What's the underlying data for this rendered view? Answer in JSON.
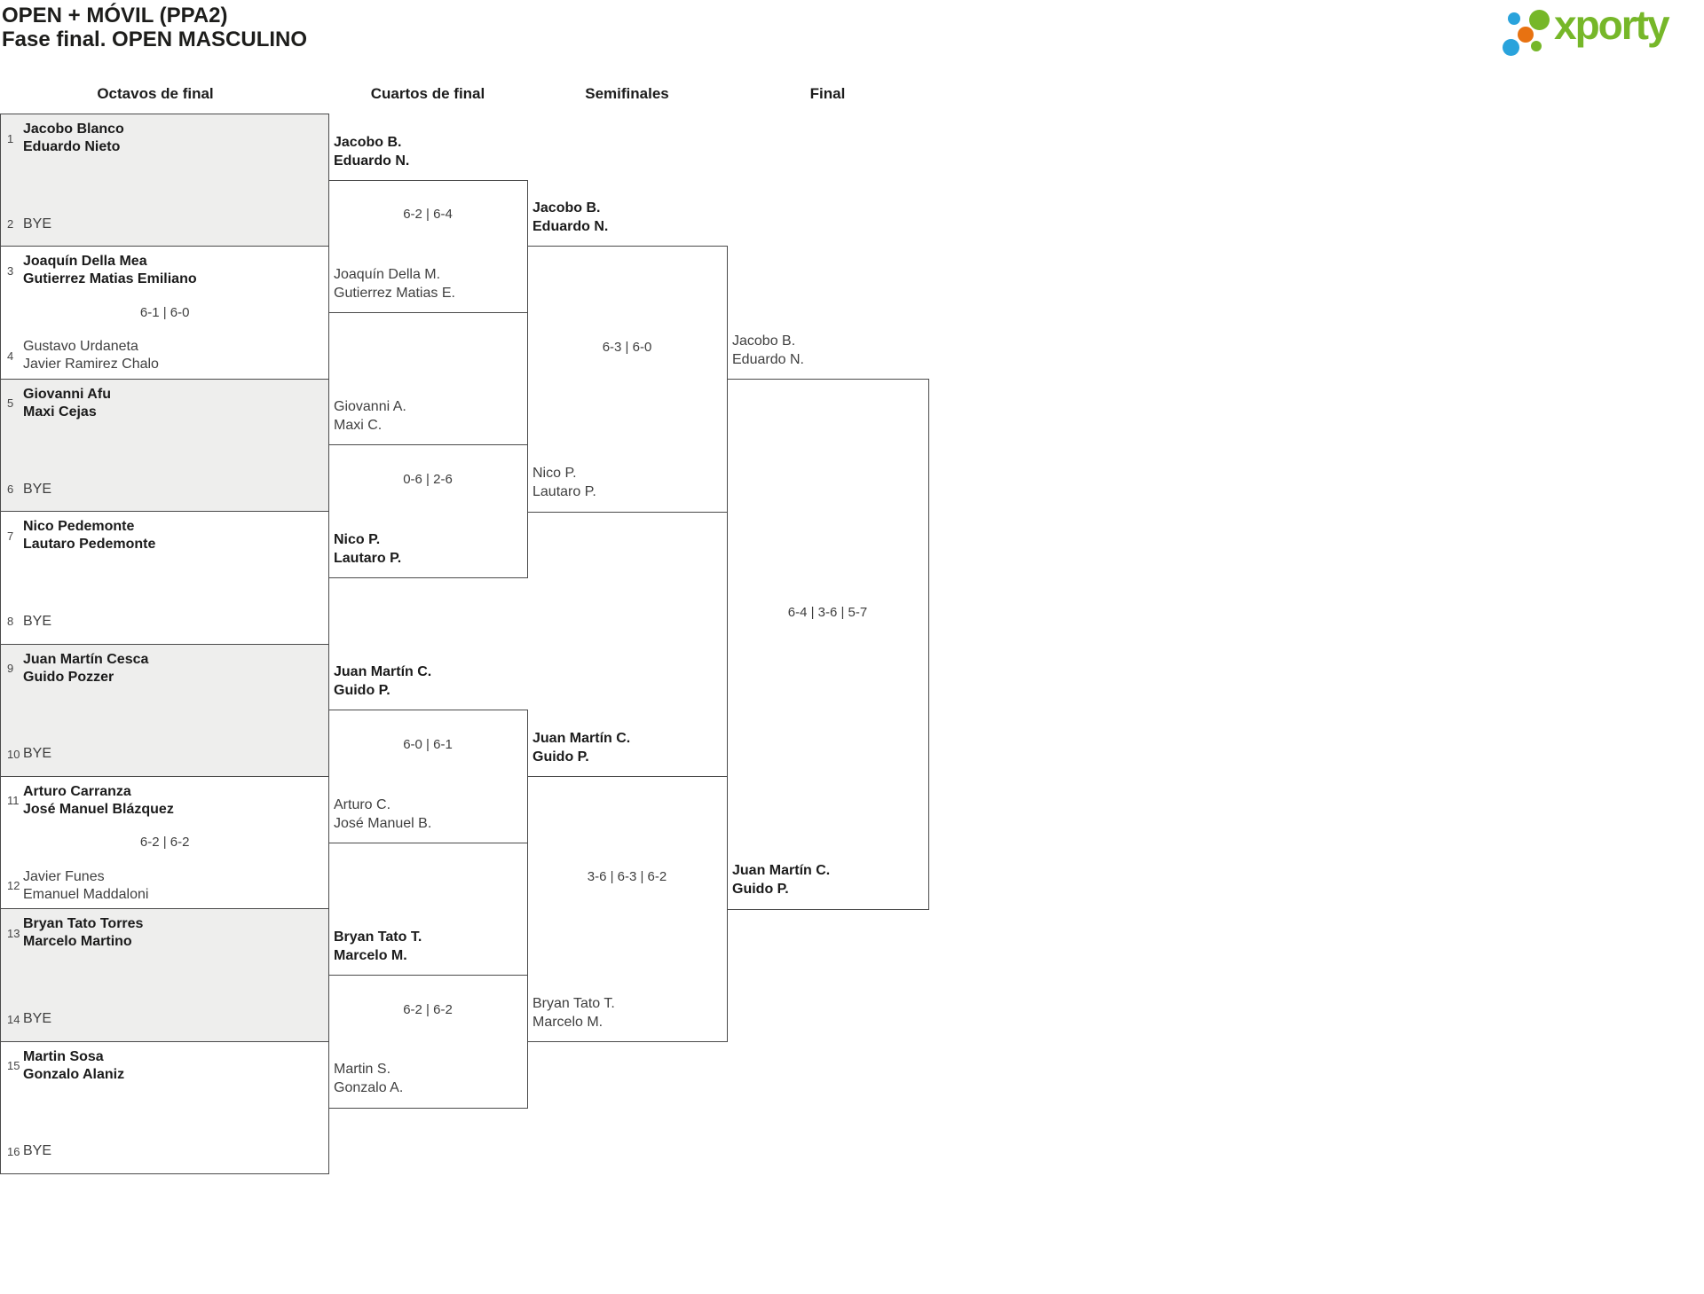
{
  "header": {
    "title": "OPEN + MÓVIL (PPA2)",
    "subtitle": "Fase final. OPEN MASCULINO"
  },
  "logo": {
    "brand": "xporty",
    "colors": {
      "green": "#76b729",
      "blue": "#29a3dc",
      "orange": "#e87211"
    }
  },
  "columns": [
    {
      "label": "Octavos de final"
    },
    {
      "label": "Cuartos de final"
    },
    {
      "label": "Semifinales"
    },
    {
      "label": "Final"
    }
  ],
  "bracket": {
    "round_of_16": [
      {
        "shaded": true,
        "score": "",
        "top": {
          "seed": "1",
          "players": [
            "Jacobo Blanco",
            "Eduardo Nieto"
          ],
          "bold": true
        },
        "bottom": {
          "seed": "2",
          "players": [
            "BYE"
          ],
          "bold": false
        }
      },
      {
        "shaded": false,
        "score": "6-1 | 6-0",
        "top": {
          "seed": "3",
          "players": [
            "Joaquín Della Mea",
            "Gutierrez Matias Emiliano"
          ],
          "bold": true
        },
        "bottom": {
          "seed": "4",
          "players": [
            "Gustavo Urdaneta",
            "Javier Ramirez Chalo"
          ],
          "bold": false
        }
      },
      {
        "shaded": true,
        "score": "",
        "top": {
          "seed": "5",
          "players": [
            "Giovanni Afu",
            "Maxi Cejas"
          ],
          "bold": true
        },
        "bottom": {
          "seed": "6",
          "players": [
            "BYE"
          ],
          "bold": false
        }
      },
      {
        "shaded": false,
        "score": "",
        "top": {
          "seed": "7",
          "players": [
            "Nico Pedemonte",
            "Lautaro Pedemonte"
          ],
          "bold": true
        },
        "bottom": {
          "seed": "8",
          "players": [
            "BYE"
          ],
          "bold": false
        }
      },
      {
        "shaded": true,
        "score": "",
        "top": {
          "seed": "9",
          "players": [
            "Juan Martín Cesca",
            "Guido Pozzer"
          ],
          "bold": true
        },
        "bottom": {
          "seed": "10",
          "players": [
            "BYE"
          ],
          "bold": false
        }
      },
      {
        "shaded": false,
        "score": "6-2 | 6-2",
        "top": {
          "seed": "11",
          "players": [
            "Arturo Carranza",
            "José Manuel Blázquez"
          ],
          "bold": true
        },
        "bottom": {
          "seed": "12",
          "players": [
            "Javier Funes",
            "Emanuel Maddaloni"
          ],
          "bold": false
        }
      },
      {
        "shaded": true,
        "score": "",
        "top": {
          "seed": "13",
          "players": [
            "Bryan Tato Torres",
            "Marcelo Martino"
          ],
          "bold": true
        },
        "bottom": {
          "seed": "14",
          "players": [
            "BYE"
          ],
          "bold": false
        }
      },
      {
        "shaded": false,
        "score": "",
        "top": {
          "seed": "15",
          "players": [
            "Martin Sosa",
            "Gonzalo Alaniz"
          ],
          "bold": true
        },
        "bottom": {
          "seed": "16",
          "players": [
            "BYE"
          ],
          "bold": false
        }
      }
    ],
    "quarterfinals": [
      {
        "score": "6-2 | 6-4",
        "top": {
          "players": [
            "Jacobo B.",
            "Eduardo N."
          ],
          "bold": true
        },
        "bottom": {
          "players": [
            "Joaquín Della M.",
            "Gutierrez Matias E."
          ],
          "bold": false
        }
      },
      {
        "score": "0-6 | 2-6",
        "top": {
          "players": [
            "Giovanni A.",
            "Maxi C."
          ],
          "bold": false
        },
        "bottom": {
          "players": [
            "Nico P.",
            "Lautaro P."
          ],
          "bold": true
        }
      },
      {
        "score": "6-0 | 6-1",
        "top": {
          "players": [
            "Juan Martín C.",
            "Guido P."
          ],
          "bold": true
        },
        "bottom": {
          "players": [
            "Arturo C.",
            "José Manuel B."
          ],
          "bold": false
        }
      },
      {
        "score": "6-2 | 6-2",
        "top": {
          "players": [
            "Bryan Tato T.",
            "Marcelo M."
          ],
          "bold": true
        },
        "bottom": {
          "players": [
            "Martin S.",
            "Gonzalo A."
          ],
          "bold": false
        }
      }
    ],
    "semifinals": [
      {
        "score": "6-3 | 6-0",
        "top": {
          "players": [
            "Jacobo B.",
            "Eduardo N."
          ],
          "bold": true
        },
        "bottom": {
          "players": [
            "Nico P.",
            "Lautaro P."
          ],
          "bold": false
        }
      },
      {
        "score": "3-6 | 6-3 | 6-2",
        "top": {
          "players": [
            "Juan Martín C.",
            "Guido P."
          ],
          "bold": true
        },
        "bottom": {
          "players": [
            "Bryan Tato T.",
            "Marcelo M."
          ],
          "bold": false
        }
      }
    ],
    "final": [
      {
        "score": "6-4 | 3-6 | 5-7",
        "top": {
          "players": [
            "Jacobo B.",
            "Eduardo N."
          ],
          "bold": false
        },
        "bottom": {
          "players": [
            "Juan Martín C.",
            "Guido P."
          ],
          "bold": true
        }
      }
    ]
  }
}
